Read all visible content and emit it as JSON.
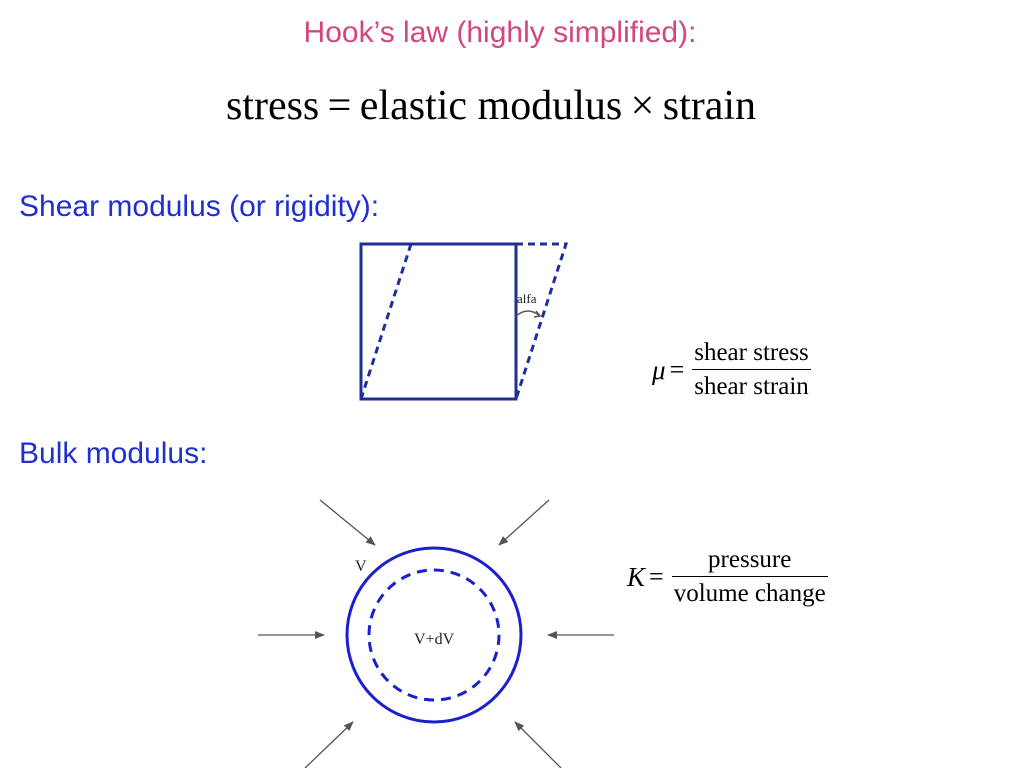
{
  "title": "Hook’s law (highly simplified):",
  "main_equation": "stress = elastic modulus × strain",
  "shear": {
    "heading": "Shear modulus (or rigidity):",
    "angle_label": "alfa",
    "formula": {
      "symbol": "μ",
      "equals": "=",
      "numerator": "shear stress",
      "denominator": "shear strain"
    }
  },
  "bulk": {
    "heading": "Bulk modulus:",
    "outer_label": "V",
    "inner_label": "V+dV",
    "formula": {
      "symbol": "K",
      "equals": "=",
      "numerator": "pressure",
      "denominator": "volume change"
    }
  },
  "colors": {
    "title": "#d1477f",
    "heading": "#1f2fd0",
    "diagram_line": "#1e2f9a",
    "circle": "#1a1fd0",
    "arrow": "#555555"
  }
}
